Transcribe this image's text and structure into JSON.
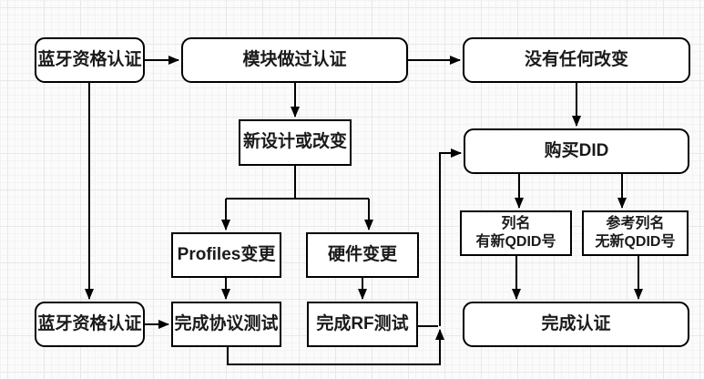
{
  "diagram": {
    "type": "flowchart",
    "language": "zh-CN",
    "nodes": {
      "bt_cert_top": {
        "label": "蓝牙资格认证"
      },
      "module_certified": {
        "label": "模块做过认证"
      },
      "no_change": {
        "label": "没有任何改变"
      },
      "new_design": {
        "label": "新设计或改变"
      },
      "buy_did": {
        "label": "购买DID"
      },
      "profiles_change": {
        "label": "Profiles变更"
      },
      "hardware_change": {
        "label": "硬件变更"
      },
      "listed_new_qdid": {
        "line1": "列名",
        "line2": "有新QDID号"
      },
      "ref_no_qdid": {
        "line1": "参考列名",
        "line2": "无新QDID号"
      },
      "bt_cert_bottom": {
        "label": "蓝牙资格认证"
      },
      "protocol_test": {
        "label": "完成协议测试"
      },
      "rf_test": {
        "label": "完成RF测试"
      },
      "complete_cert": {
        "label": "完成认证"
      }
    },
    "edges": [
      {
        "from": "bt_cert_top",
        "to": "module_certified"
      },
      {
        "from": "module_certified",
        "to": "no_change"
      },
      {
        "from": "module_certified",
        "to": "new_design"
      },
      {
        "from": "no_change",
        "to": "buy_did"
      },
      {
        "from": "bt_cert_top",
        "to": "bt_cert_bottom"
      },
      {
        "from": "new_design",
        "to": "profiles_change"
      },
      {
        "from": "new_design",
        "to": "hardware_change"
      },
      {
        "from": "profiles_change",
        "to": "protocol_test"
      },
      {
        "from": "hardware_change",
        "to": "rf_test"
      },
      {
        "from": "bt_cert_bottom",
        "to": "protocol_test"
      },
      {
        "from": "protocol_test",
        "to": "buy_did"
      },
      {
        "from": "rf_test",
        "to": "buy_did"
      },
      {
        "from": "buy_did",
        "to": "listed_new_qdid"
      },
      {
        "from": "buy_did",
        "to": "ref_no_qdid"
      },
      {
        "from": "listed_new_qdid",
        "to": "complete_cert"
      },
      {
        "from": "ref_no_qdid",
        "to": "complete_cert"
      }
    ],
    "colors": {
      "node_fill": "#ffffff",
      "node_border": "#000000",
      "connector": "#000000",
      "text": "#1a1a1a",
      "canvas_background": "#fbfbfb",
      "grid_minor": "#f3f3f3",
      "grid_major": "#e8e8e8"
    }
  }
}
